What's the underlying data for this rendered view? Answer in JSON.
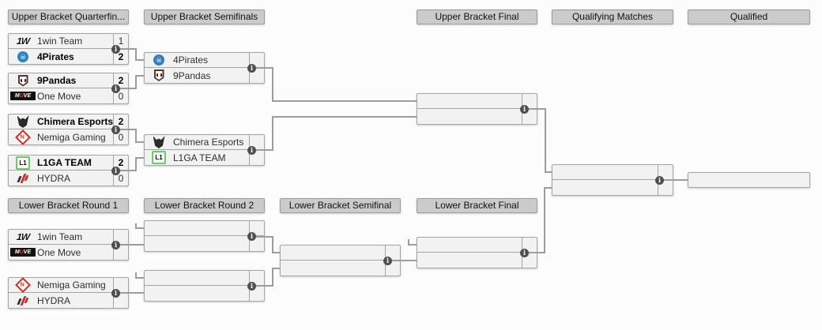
{
  "icons": {
    "info": "i"
  },
  "headers": {
    "ubqf": "Upper Bracket Quarterfin...",
    "ubsf": "Upper Bracket Semifinals",
    "ubf": "Upper Bracket Final",
    "qualifying": "Qualifying Matches",
    "qualified": "Qualified",
    "lbr1": "Lower Bracket Round 1",
    "lbr2": "Lower Bracket Round 2",
    "lbsf": "Lower Bracket Semifinal",
    "lbf": "Lower Bracket Final"
  },
  "logos": {
    "win1": "1W",
    "pirates": "☠",
    "onemove_m": "M",
    "onemove_u": "U",
    "onemove_ve": "VE",
    "l1ga": "L1",
    "nemiga": "N"
  },
  "colors": {
    "header_bg": "#cbcbcb",
    "match_bg": "#f2f2f2",
    "border": "#a5a5a5",
    "connector": "#9d9d9d",
    "l1ga_green": "#63d063",
    "nemiga_red": "#d6281e",
    "pirates_blue": "#2f7fc1",
    "hydra_red": "#c9302c"
  },
  "matches": {
    "ubqf1": {
      "top": {
        "name": "1win Team",
        "score": "1"
      },
      "bottom": {
        "name": "4Pirates",
        "score": "2"
      }
    },
    "ubqf2": {
      "top": {
        "name": "9Pandas",
        "score": "2"
      },
      "bottom": {
        "name": "One Move",
        "score": "0"
      }
    },
    "ubqf3": {
      "top": {
        "name": "Chimera Esports",
        "score": "2"
      },
      "bottom": {
        "name": "Nemiga Gaming",
        "score": "0"
      }
    },
    "ubqf4": {
      "top": {
        "name": "L1GA TEAM",
        "score": "2"
      },
      "bottom": {
        "name": "HYDRA",
        "score": "0"
      }
    },
    "ubsf1": {
      "top": {
        "name": "4Pirates",
        "score": ""
      },
      "bottom": {
        "name": "9Pandas",
        "score": ""
      }
    },
    "ubsf2": {
      "top": {
        "name": "Chimera Esports",
        "score": ""
      },
      "bottom": {
        "name": "L1GA TEAM",
        "score": ""
      }
    },
    "lbr1a": {
      "top": {
        "name": "1win Team",
        "score": ""
      },
      "bottom": {
        "name": "One Move",
        "score": ""
      }
    },
    "lbr1b": {
      "top": {
        "name": "Nemiga Gaming",
        "score": ""
      },
      "bottom": {
        "name": "HYDRA",
        "score": ""
      }
    }
  }
}
